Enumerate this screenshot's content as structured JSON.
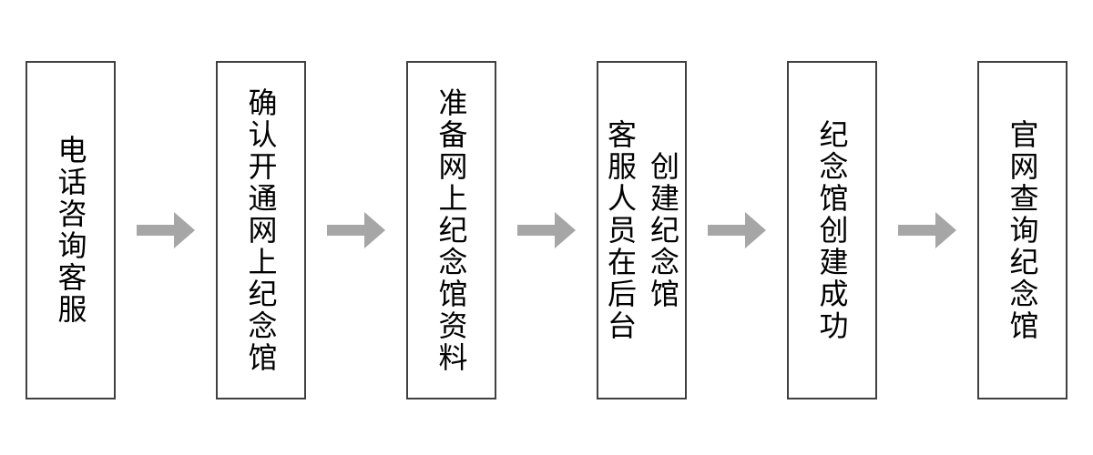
{
  "diagram": {
    "type": "flowchart",
    "direction": "left-to-right",
    "colors": {
      "arrow": "#a6a6a6",
      "box_border": "#404040",
      "text": "#000000",
      "background": "#ffffff"
    },
    "steps": [
      {
        "lines": [
          "电话咨询客服"
        ]
      },
      {
        "lines": [
          "确认开通网上纪念馆"
        ]
      },
      {
        "lines": [
          "准备网上纪念馆资料"
        ]
      },
      {
        "lines": [
          "客服人员在后台",
          "创建纪念馆"
        ]
      },
      {
        "lines": [
          "纪念馆创建成功"
        ]
      },
      {
        "lines": [
          "官网查询纪念馆"
        ]
      }
    ]
  }
}
